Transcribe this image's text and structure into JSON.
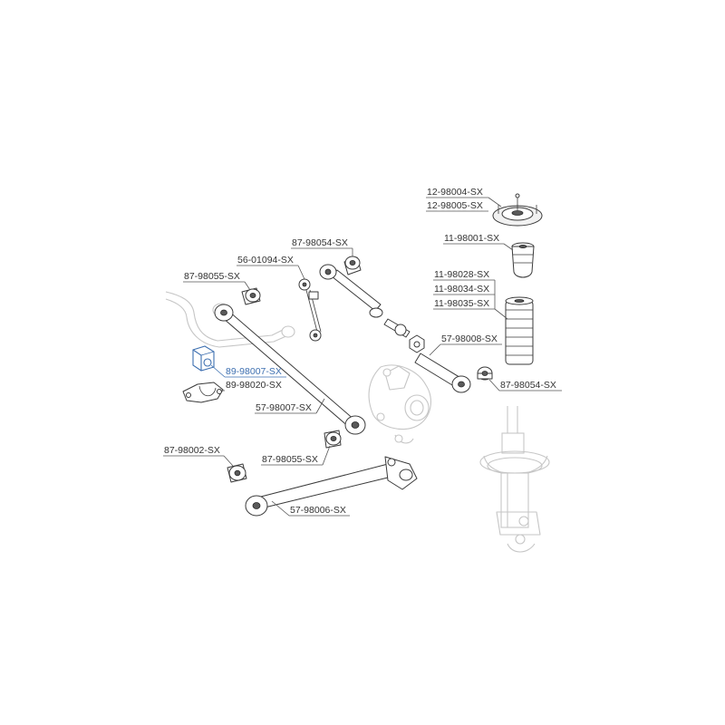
{
  "labels": {
    "l1": "12-98004-SX",
    "l2": "12-98005-SX",
    "l3": "11-98001-SX",
    "l4": "11-98028-SX",
    "l5": "11-98034-SX",
    "l6": "11-98035-SX",
    "l7": "87-98054-SX",
    "l8": "56-01094-SX",
    "l9": "87-98055-SX",
    "l10": "57-98008-SX",
    "l11": "89-98007-SX",
    "l12": "89-98020-SX",
    "l13": "87-98054-SX",
    "l14": "57-98007-SX",
    "l15": "87-98002-SX",
    "l16": "87-98055-SX",
    "l17": "57-98006-SX"
  },
  "colors": {
    "highlight": "#3d6fb0",
    "ink": "#333333",
    "ghost": "#c6c6c6"
  }
}
